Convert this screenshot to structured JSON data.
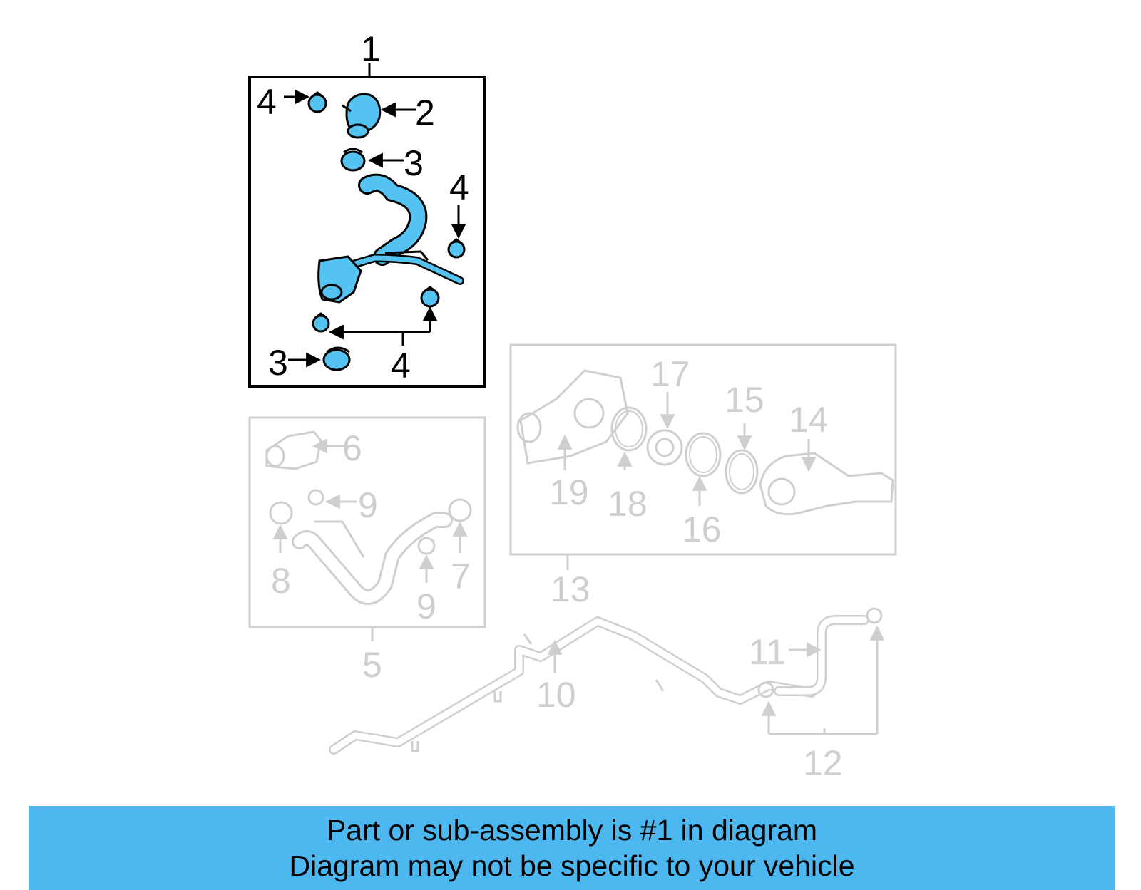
{
  "colors": {
    "highlight": "#4db8f0",
    "part_fill": "#55c3f2",
    "active_line": "#000000",
    "muted_line": "#cfcfcf"
  },
  "callouts": {
    "c1": "1",
    "c2": "2",
    "c3a": "3",
    "c3b": "3",
    "c4a": "4",
    "c4b": "4",
    "c4c": "4",
    "c5": "5",
    "c6": "6",
    "c7": "7",
    "c8": "8",
    "c9a": "9",
    "c9b": "9",
    "c10": "10",
    "c11": "11",
    "c12": "12",
    "c13": "13",
    "c14": "14",
    "c15": "15",
    "c16": "16",
    "c17": "17",
    "c18": "18",
    "c19": "19"
  },
  "banner": {
    "line1": "Part or sub-assembly is #1 in diagram",
    "line2": "Diagram may not be specific to your vehicle"
  }
}
